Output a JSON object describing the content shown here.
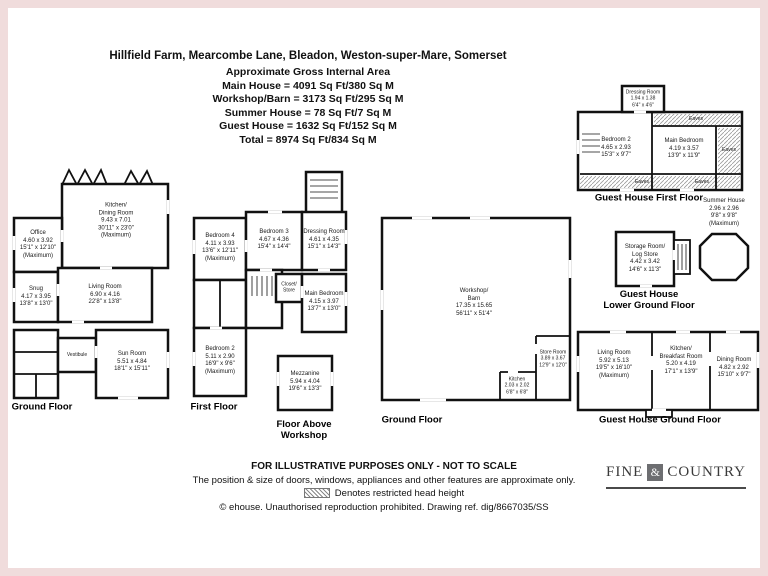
{
  "page": {
    "frame_color": "#f0dcdc",
    "wall_color": "#111111"
  },
  "header": {
    "address": "Hillfield Farm, Mearcombe Lane, Bleadon, Weston-super-Mare, Somerset",
    "subtitle": "Approximate Gross Internal Area",
    "areas": [
      "Main House = 4091 Sq Ft/380 Sq M",
      "Workshop/Barn = 3173 Sq Ft/295 Sq M",
      "Summer House = 78 Sq Ft/7 Sq M",
      "Guest House = 1632 Sq Ft/152 Sq M",
      "Total = 8974 Sq Ft/834 Sq M"
    ]
  },
  "floors": {
    "main_ground": {
      "title": "Ground Floor",
      "rooms": {
        "kitchen_dining": "Kitchen/\nDining Room\n9.43 x 7.01\n30'11\" x 23'0\"\n(Maximum)",
        "office": "Office\n4.60 x 3.92\n15'1\" x 12'10\"\n(Maximum)",
        "snug": "Snug\n4.17 x 3.95\n13'8\" x 13'0\"",
        "living_room": "Living Room\n6.90 x 4.16\n22'8\" x 13'8\"",
        "sun_room": "Sun Room\n5.51 x 4.84\n18'1\" x 15'11\"",
        "vestibule": "Vestibule"
      }
    },
    "main_first": {
      "title": "First Floor",
      "rooms": {
        "bedroom_4": "Bedroom 4\n4.11 x 3.93\n13'6\" x 12'11\"\n(Maximum)",
        "bedroom_3": "Bedroom 3\n4.67 x 4.36\n15'4\" x 14'4\"",
        "dressing_room": "Dressing Room\n4.61 x 4.35\n15'1\" x 14'3\"",
        "main_bedroom": "Main Bedroom\n4.15 x 3.97\n13'7\" x 13'0\"",
        "closet_store": "Closet/\nStore",
        "bedroom_2": "Bedroom 2\n5.11 x 2.90\n16'9\" x 9'6\"\n(Maximum)"
      }
    },
    "mezzanine_floor": {
      "title": "Floor Above\nWorkshop",
      "rooms": {
        "mezzanine": "Mezzanine\n5.94 x 4.04\n19'6\" x 13'3\""
      }
    },
    "workshop_ground": {
      "title": "Ground Floor",
      "rooms": {
        "workshop_barn": "Workshop/\nBarn\n17.35 x 15.65\n56'11\" x 51'4\"",
        "kitchen": "Kitchen\n2.03 x 2.02\n6'8\" x 6'8\"",
        "store_room": "Store Room\n3.89 x 3.67\n12'9\" x 12'0\""
      }
    },
    "guest_first": {
      "title": "Guest House First Floor",
      "eaves_label": "Eaves",
      "rooms": {
        "dressing_room": "Dressing Room\n1.94 x 1.38\n6'4\" x 4'6\"",
        "bedroom_2": "Bedroom 2\n4.65 x 2.93\n15'3\" x 9'7\"",
        "main_bedroom": "Main Bedroom\n4.19 x 3.57\n13'9\" x 11'9\""
      }
    },
    "guest_lower": {
      "title": "Guest House\nLower Ground Floor",
      "rooms": {
        "storage_log": "Storage Room/\nLog Store\n4.42 x 3.42\n14'6\" x 11'3\"",
        "summer_house": "Summer House\n2.96 x 2.96\n9'8\" x 9'8\"\n(Maximum)"
      }
    },
    "guest_ground": {
      "title": "Guest House Ground Floor",
      "rooms": {
        "living_room": "Living Room\n5.92 x 5.13\n19'5\" x 16'10\"\n(Maximum)",
        "kitchen_breakfast": "Kitchen/\nBreakfast Room\n5.20 x 4.19\n17'1\" x 13'9\"",
        "dining_room": "Dining Room\n4.82 x 2.92\n15'10\" x 9'7\""
      }
    }
  },
  "footer": {
    "notice": "FOR ILLUSTRATIVE PURPOSES ONLY - NOT TO SCALE",
    "disclaimer": "The position & size of doors, windows, appliances and other features are approximate only.",
    "legend": "Denotes restricted head height",
    "copyright": "© ehouse. Unauthorised reproduction prohibited. Drawing ref. dig/8667035/SS"
  },
  "logo": {
    "word1": "FINE",
    "ampersand": "&",
    "word2": "COUNTRY"
  }
}
